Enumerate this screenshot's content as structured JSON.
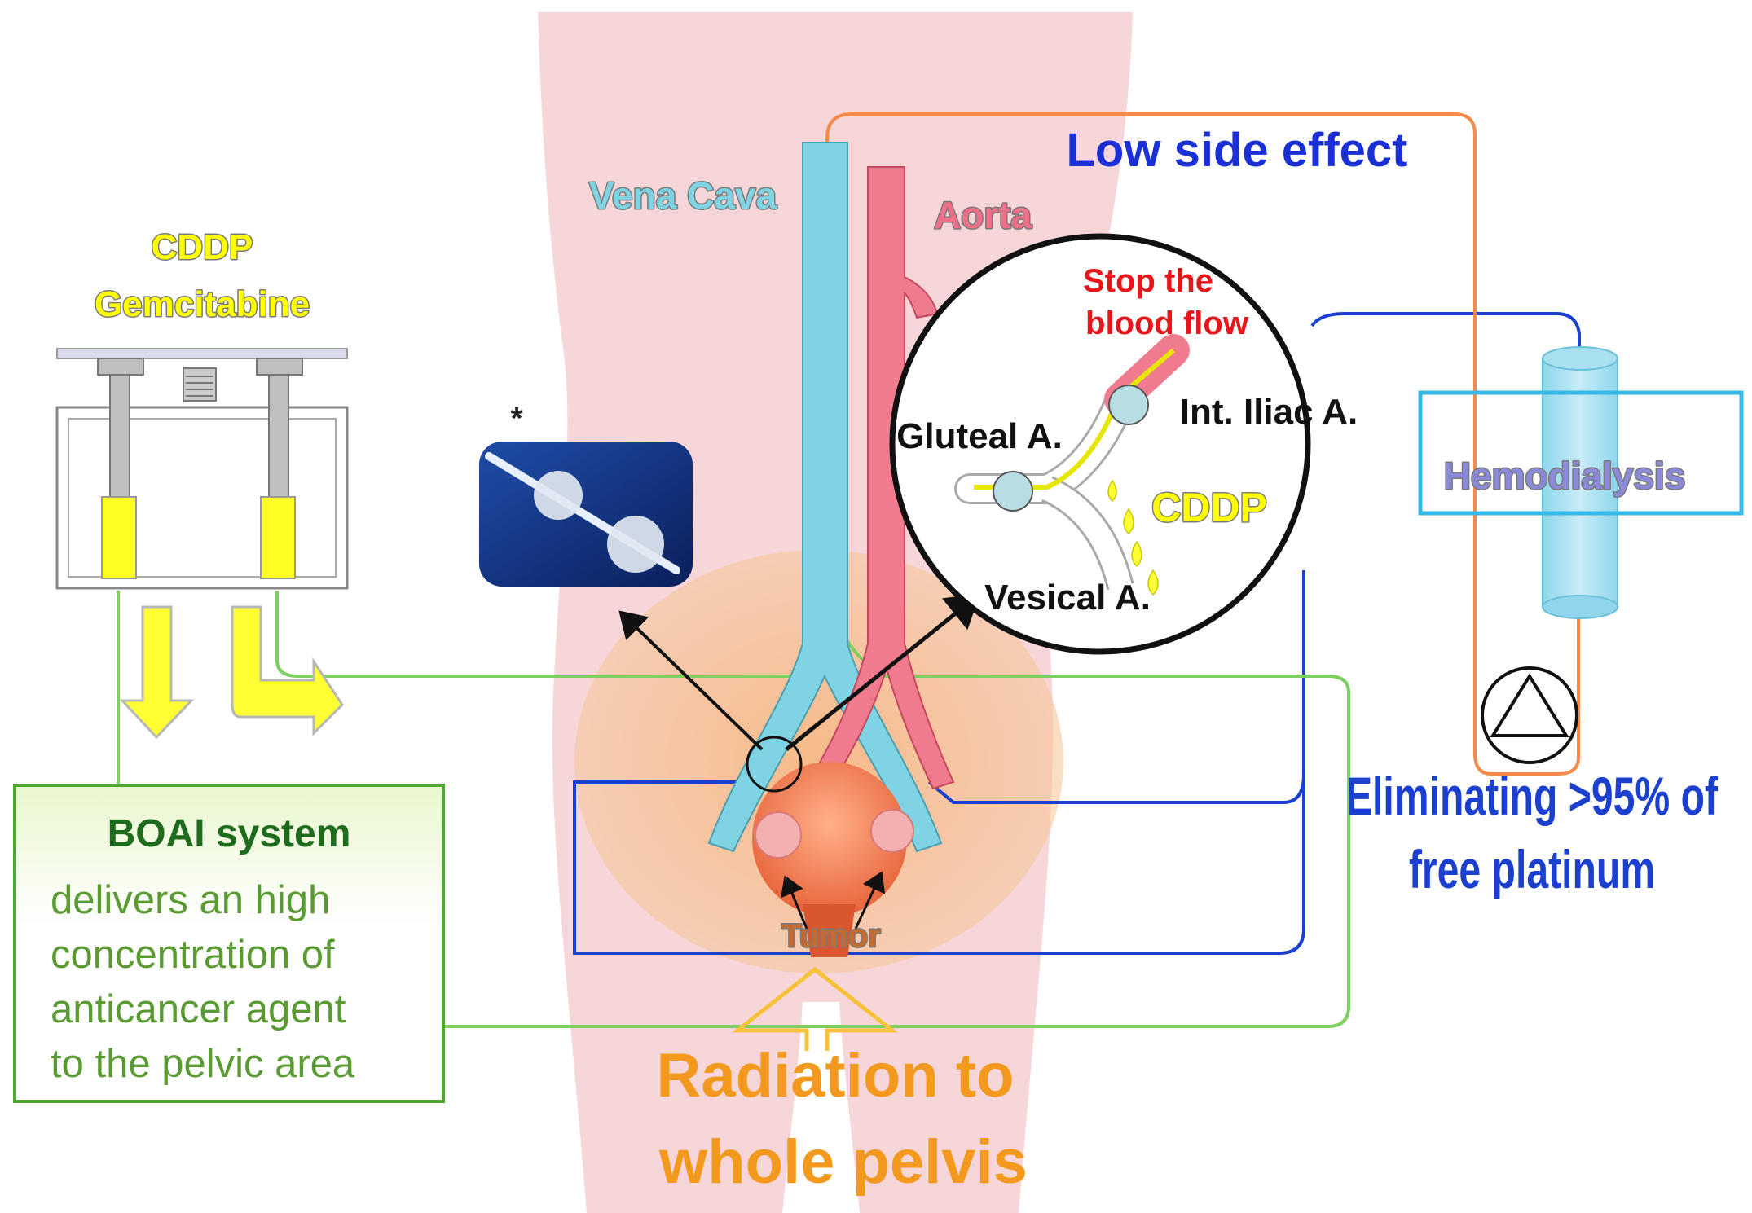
{
  "labels": {
    "drugs_line1": "CDDP",
    "drugs_line2": "Gemcitabine",
    "asterisk": "*",
    "vena_cava": "Vena Cava",
    "aorta": "Aorta",
    "low_side_effect": "Low side effect",
    "stop_line1": "Stop the",
    "stop_line2": "blood flow",
    "gluteal": "Gluteal A.",
    "int_iliac": "Int. Iliac A.",
    "cddp_inset": "CDDP",
    "vesical": "Vesical A.",
    "hemodialysis": "Hemodialysis",
    "eliminating_line1": "Eliminating >95% of",
    "eliminating_line2": "free platinum",
    "tumor": "Tumor",
    "radiation_line1": "Radiation to",
    "radiation_line2": "whole pelvis"
  },
  "boai": {
    "title": "BOAI system",
    "desc_line1": "delivers an high",
    "desc_line2": "concentration of",
    "desc_line3": "anticancer agent",
    "desc_line4": "to the pelvic area"
  },
  "colors": {
    "body": "#f7d6da",
    "radiation_field": "#f2c08e",
    "vena_cava": "#7fd3e3",
    "aorta": "#f07b8f",
    "drug_yellow": "#ffff00",
    "green_line": "#7ccf60",
    "blue_line": "#1b3fcf",
    "orange_line": "#f58a4a",
    "hemodialysis_box": "#35b9e8",
    "radiation_text": "#f39a1e",
    "low_side_effect_text": "#1a2fd6",
    "stop_text": "#e8151b"
  }
}
